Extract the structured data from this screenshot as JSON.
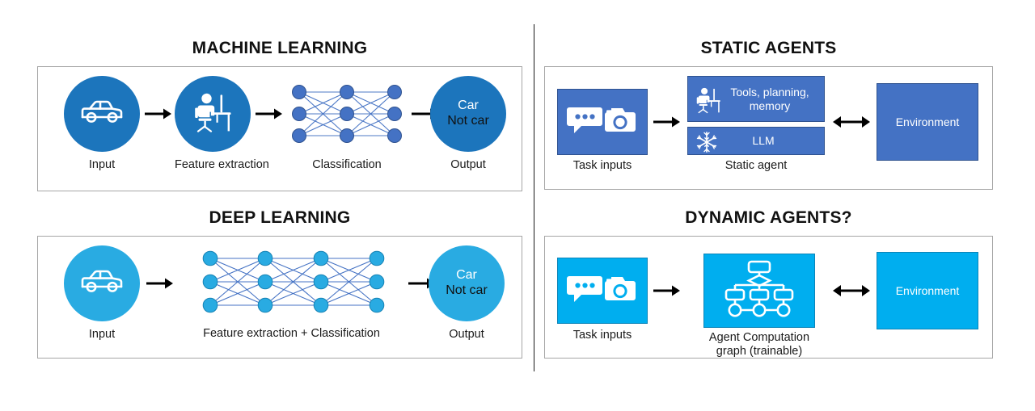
{
  "quadrants": {
    "machine_learning": {
      "title": "MACHINE LEARNING",
      "stages": [
        {
          "name": "input",
          "caption": "Input",
          "icon": "car-icon"
        },
        {
          "name": "feature-extraction",
          "caption": "Feature extraction",
          "icon": "person-at-desk-icon"
        },
        {
          "name": "classification",
          "caption": "Classification",
          "icon": "neural-network-icon"
        },
        {
          "name": "output",
          "caption": "Output",
          "icon": "output-circle"
        }
      ],
      "output_labels": {
        "positive": "Car",
        "negative": "Not car"
      },
      "network": {
        "layers": 3,
        "nodes_per_layer": 3
      },
      "arrows": [
        "single",
        "single",
        "single"
      ]
    },
    "deep_learning": {
      "title": "DEEP LEARNING",
      "stages": [
        {
          "name": "input",
          "caption": "Input",
          "icon": "car-icon"
        },
        {
          "name": "feature-extraction-classification",
          "caption": "Feature extraction + Classification",
          "icon": "neural-network-icon"
        },
        {
          "name": "output",
          "caption": "Output",
          "icon": "output-circle"
        }
      ],
      "output_labels": {
        "positive": "Car",
        "negative": "Not car"
      },
      "network": {
        "layers": 4,
        "nodes_per_layer": 3
      },
      "arrows": [
        "single",
        "single"
      ]
    },
    "static_agents": {
      "title": "STATIC AGENTS",
      "task_inputs": {
        "caption": "Task inputs",
        "icon": "chat-camera-icon"
      },
      "agent": {
        "caption": "Static agent",
        "blocks": [
          {
            "name": "tools-planning-memory",
            "label": "Tools, planning, memory",
            "icon": "person-at-desk-icon"
          },
          {
            "name": "llm",
            "label": "LLM",
            "icon": "snowflake-icon"
          }
        ]
      },
      "environment": {
        "label": "Environment"
      },
      "arrows": [
        "single",
        "double"
      ]
    },
    "dynamic_agents": {
      "title": "DYNAMIC AGENTS?",
      "task_inputs": {
        "caption": "Task inputs",
        "icon": "chat-camera-icon"
      },
      "agent": {
        "caption": "Agent Computation graph (trainable)",
        "icon": "computation-graph-icon"
      },
      "environment": {
        "label": "Environment"
      },
      "arrows": [
        "single",
        "double"
      ]
    }
  },
  "colors": {
    "blue_dark": "#1C75BC",
    "blue_light": "#29ABE2",
    "box_dark": "#4472C4",
    "box_light": "#00AEEF",
    "node_dark": "#4472C4",
    "node_light": "#29ABE2",
    "edge": "#4472C4",
    "panel_border": "#A6A6A6",
    "divider": "#1A1A1A"
  }
}
